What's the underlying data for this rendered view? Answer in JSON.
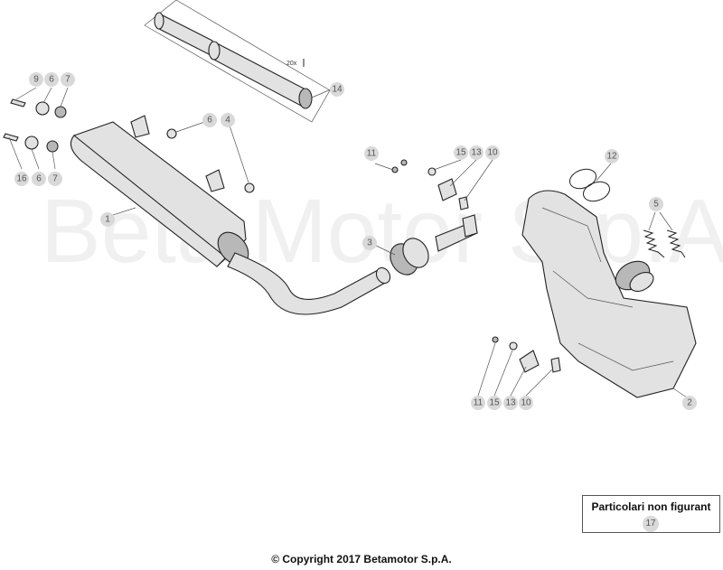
{
  "watermark": "Beta Motor S.p.A.",
  "callouts": {
    "c1": "1",
    "c2": "2",
    "c3": "3",
    "c4": "4",
    "c5": "5",
    "c6a": "6",
    "c6b": "6",
    "c6c": "6",
    "c7a": "7",
    "c7b": "7",
    "c9": "9",
    "c10a": "10",
    "c10b": "10",
    "c11a": "11",
    "c11b": "11",
    "c12": "12",
    "c13a": "13",
    "c13b": "13",
    "c14": "14",
    "c15a": "15",
    "c15b": "15",
    "c16": "16"
  },
  "wrap_label": "20x",
  "not_figured": {
    "title": "Particolari non figurant",
    "number": "17"
  },
  "copyright": "© Copyright 2017 Betamotor S.p.A."
}
